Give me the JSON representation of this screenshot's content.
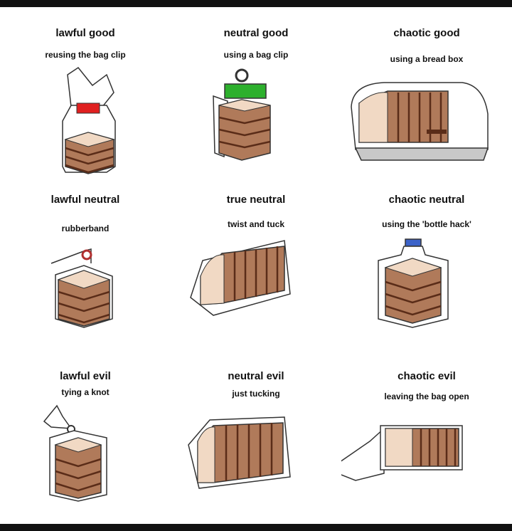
{
  "cells": [
    {
      "title": "lawful good",
      "caption": "reusing the bag clip"
    },
    {
      "title": "neutral good",
      "caption": "using a bag clip"
    },
    {
      "title": "chaotic good",
      "caption": "using a bread box"
    },
    {
      "title": "lawful neutral",
      "caption": "rubberband"
    },
    {
      "title": "true neutral",
      "caption": "twist and tuck"
    },
    {
      "title": "chaotic neutral",
      "caption": "using the 'bottle hack'"
    },
    {
      "title": "lawful evil",
      "caption": "tying a knot"
    },
    {
      "title": "neutral evil",
      "caption": "just tucking"
    },
    {
      "title": "chaotic evil",
      "caption": "leaving the bag open"
    }
  ],
  "colors": {
    "crust": "#b07a5a",
    "crumb": "#f1d9c4",
    "stripe": "#5a2c18",
    "clip_red": "#e02020",
    "clip_green": "#2db02d",
    "cap_blue": "#3c63c9"
  }
}
